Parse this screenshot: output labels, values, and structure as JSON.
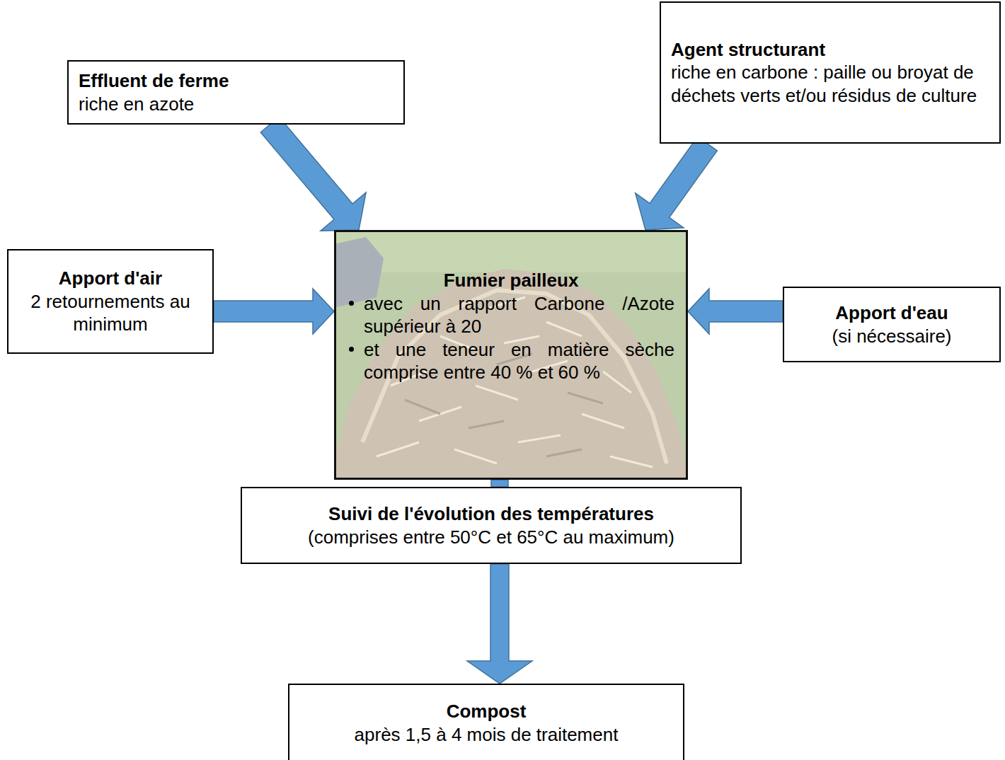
{
  "diagram": {
    "nodes": [
      {
        "text": [
          "Effluent de ferme",
          "riche en azote"
        ]
      },
      {
        "text": [
          "Agent structurant",
          "riche en carbone : paille ou broyat de déchets verts et/ou résidus de culture"
        ]
      },
      {
        "text": [
          "Apport d'air",
          "2 retournements au minimum"
        ]
      },
      {
        "text": [
          "Fumier pailleux",
          "avec un rapport Carbone /Azote supérieur à 20",
          "et une teneur en matière sèche comprise entre 40 % et 60 %"
        ]
      },
      {
        "text": [
          "Apport d'eau",
          "(si nécessaire)"
        ]
      },
      {
        "text": [
          "Suivi de l'évolution des températures",
          "(comprises entre 50°C et 65°C au maximum)"
        ]
      },
      {
        "text": [
          "Compost",
          "après 1,5 à 4 mois de traitement"
        ]
      }
    ],
    "edges": [
      {
        "from": 0,
        "to": 3,
        "arrow": "to"
      },
      {
        "from": 1,
        "to": 3,
        "arrow": "to"
      },
      {
        "from": 2,
        "to": 3,
        "arrow": "to"
      },
      {
        "from": 4,
        "to": 3,
        "arrow": "to"
      },
      {
        "from": 3,
        "to": 5,
        "arrow": "none"
      },
      {
        "from": 5,
        "to": 6,
        "arrow": "to"
      }
    ]
  }
}
